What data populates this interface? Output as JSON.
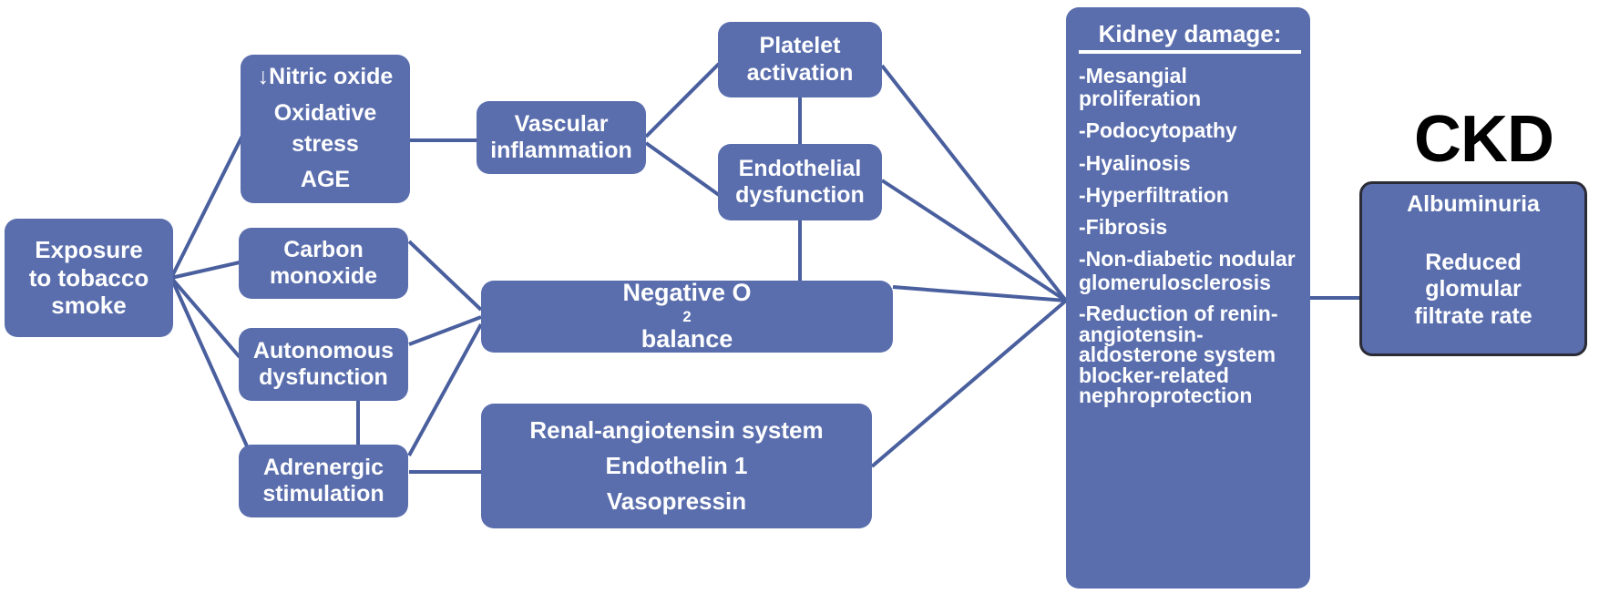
{
  "diagram": {
    "title_free_text": "CKD",
    "accent_color": "#5a6ead",
    "line_color": "#4a5f9e",
    "text_color": "#ffffff",
    "ckd_outline_color": "#2b2b35"
  },
  "nodes": {
    "exposure": {
      "lines": [
        "Exposure",
        "to tobacco",
        "smoke"
      ]
    },
    "nitric": {
      "lines": [
        "↓Nitric oxide",
        "Oxidative",
        "stress",
        "AGE"
      ]
    },
    "carbon": {
      "lines": [
        "Carbon",
        "monoxide"
      ]
    },
    "autonomous": {
      "lines": [
        "Autonomous",
        "dysfunction"
      ]
    },
    "adrenergic": {
      "lines": [
        "Adrenergic",
        "stimulation"
      ]
    },
    "vascular": {
      "lines": [
        "Vascular",
        "inflammation"
      ]
    },
    "platelet": {
      "lines": [
        "Platelet",
        "activation"
      ]
    },
    "endothelial": {
      "lines": [
        "Endothelial",
        "dysfunction"
      ]
    },
    "oxygen": {
      "text_before_sub": "Negative O",
      "sub": "2",
      "text_after_sub": " balance"
    },
    "ras": {
      "lines": [
        "Renal-angiotensin system",
        "Endothelin 1",
        "Vasopressin"
      ]
    },
    "kidney": {
      "heading": "Kidney damage:",
      "items": [
        "-Mesangial proliferation",
        "-Podocytopathy",
        "-Hyalinosis",
        "-Hyperfiltration",
        "-Fibrosis",
        "-Non-diabetic nodular glomerulosclerosis",
        "-Reduction of renin-angiotensin-aldosterone system blocker-related nephroprotection"
      ]
    },
    "ckd_label": "CKD",
    "ckd_box": {
      "lines": [
        "Albuminuria",
        "Reduced",
        "glomular",
        "filtrate rate"
      ]
    }
  }
}
